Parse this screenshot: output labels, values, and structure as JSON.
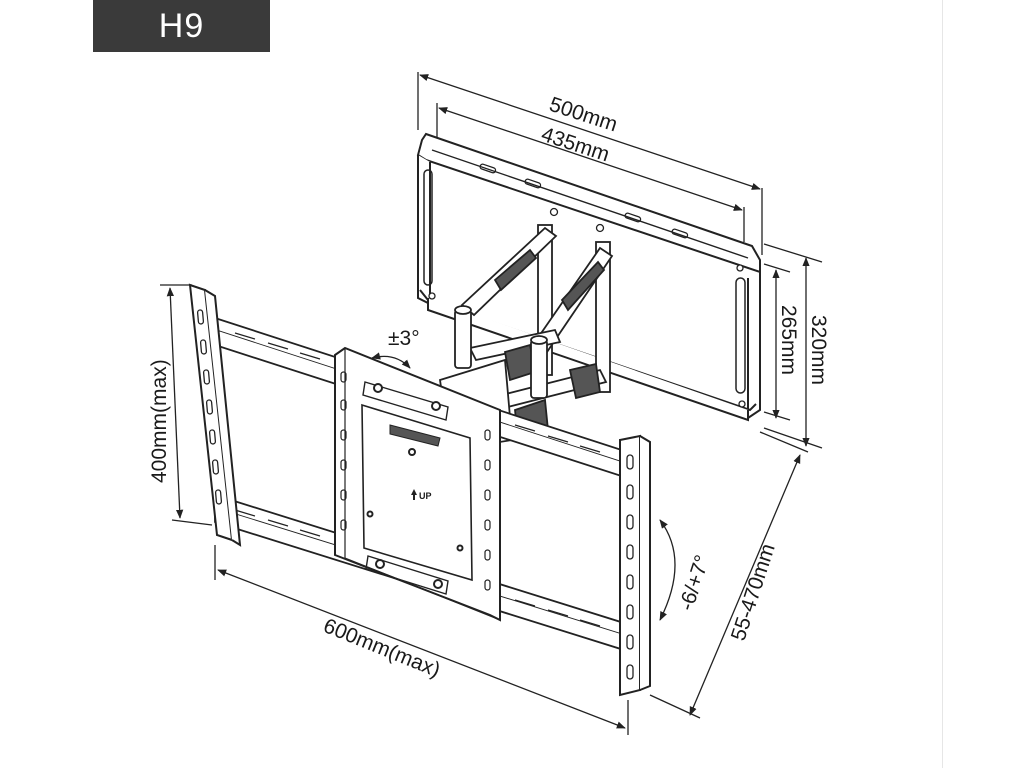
{
  "badge": {
    "label": "H9"
  },
  "dimensions": {
    "wall_plate_width_outer": "500mm",
    "wall_plate_width_inner": "435mm",
    "wall_plate_height_inner": "265mm",
    "wall_plate_height_outer": "320mm",
    "tv_vesa_height_max": "400mm(max)",
    "tv_vesa_width_max": "600mm(max)",
    "wall_distance_range": "55-470mm",
    "swivel_angle": "±3°",
    "tilt_angle": "-6/+7°"
  },
  "plate_marking": {
    "up_label": "UP"
  },
  "colors": {
    "badge_bg": "#3a3a3a",
    "line": "#222222",
    "arm_shade": "#555555"
  }
}
